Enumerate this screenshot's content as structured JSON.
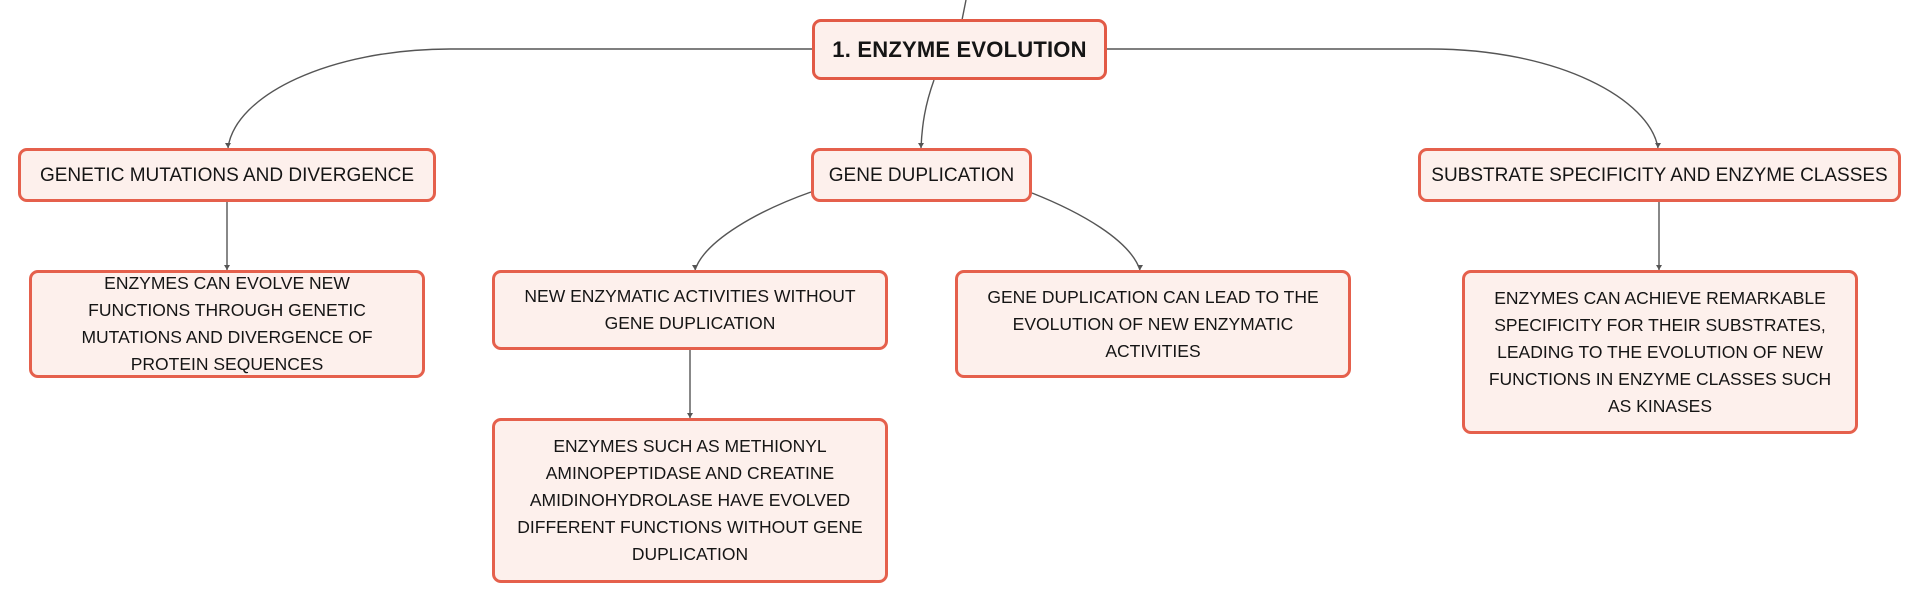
{
  "diagram": {
    "root": {
      "label": "1. Enzyme Evolution"
    },
    "branches": [
      {
        "label": "Genetic mutations and divergence",
        "children": [
          {
            "label": "Enzymes can evolve new functions through genetic mutations and divergence of protein sequences"
          }
        ]
      },
      {
        "label": "Gene duplication",
        "children": [
          {
            "label": "New enzymatic activities without gene duplication",
            "children": [
              {
                "label": "Enzymes such as methionyl aminopeptidase and creatine amidinohydrolase have evolved different functions without gene duplication"
              }
            ]
          },
          {
            "label": "Gene duplication can lead to the evolution of new enzymatic activities"
          }
        ]
      },
      {
        "label": "Substrate specificity and enzyme classes",
        "children": [
          {
            "label": "Enzymes can achieve remarkable specificity for their substrates, leading to the evolution of new functions in enzyme classes such as kinases"
          }
        ]
      }
    ]
  },
  "colors": {
    "node_border": "#e5604c",
    "node_fill": "#fdf0ec",
    "connector": "#555555",
    "text": "#151515"
  }
}
